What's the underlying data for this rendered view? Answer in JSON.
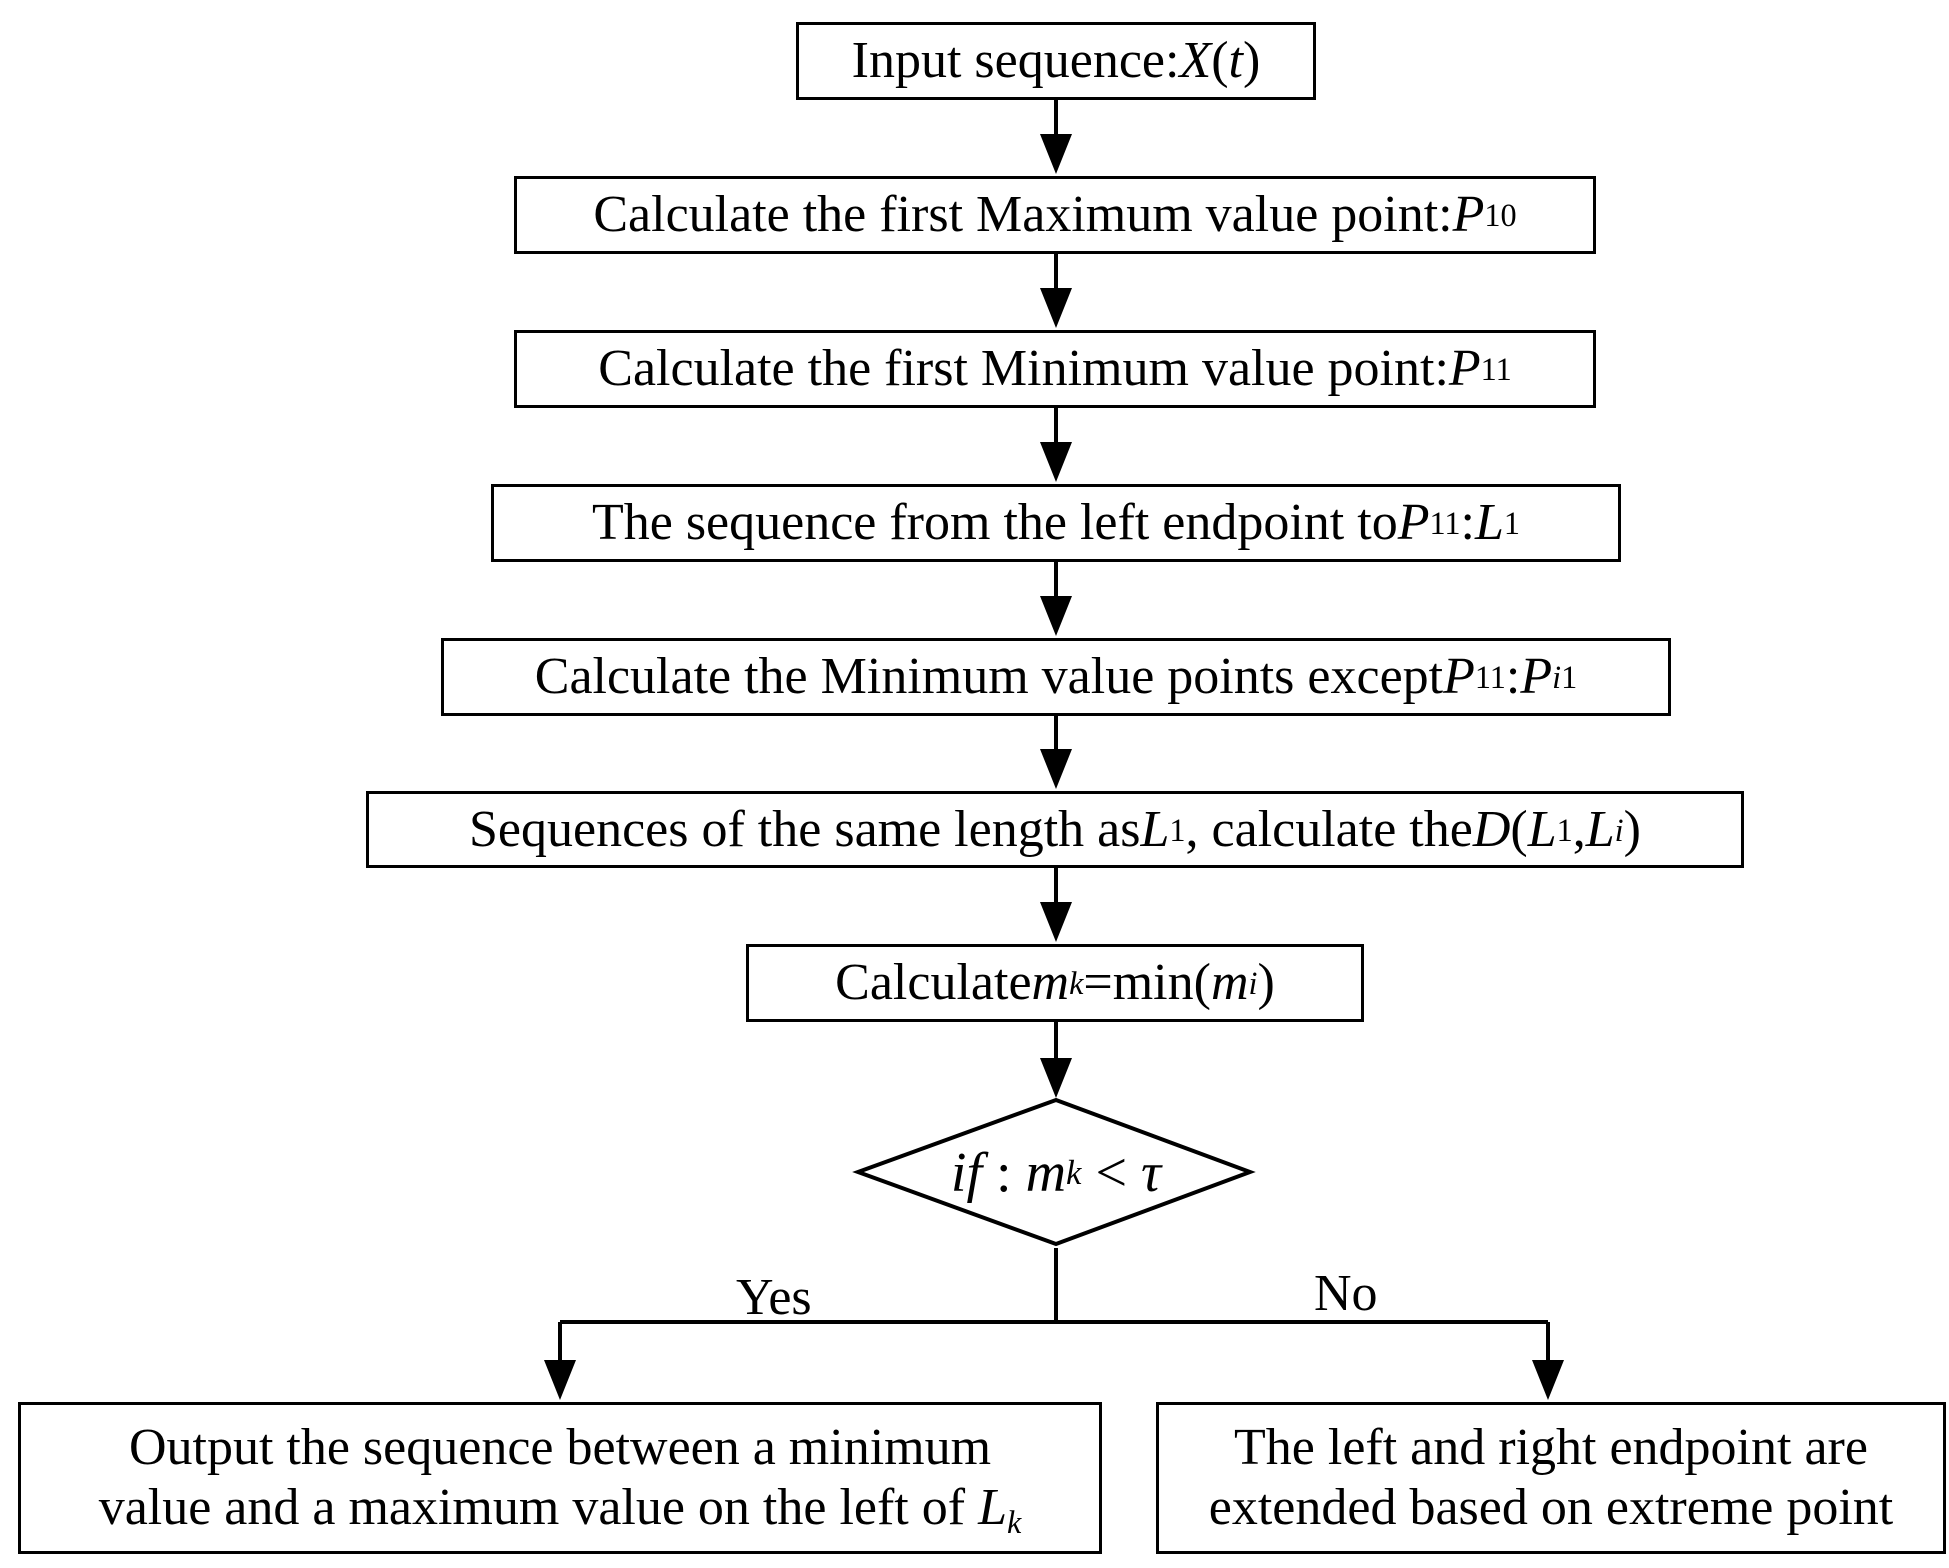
{
  "nodes": {
    "input": {
      "label": "Input sequence: ",
      "var": "X",
      "open": "(",
      "arg": "t",
      "close": ")"
    },
    "max_point": {
      "label": "Calculate the first Maximum value point: ",
      "var": "P",
      "sub": "10"
    },
    "min_point": {
      "label": "Calculate the first Minimum value point: ",
      "var": "P",
      "sub": "11"
    },
    "left_seq": {
      "label": "The sequence from the left endpoint to ",
      "var": "P",
      "sub": "11",
      "sep": ": ",
      "var2": "L",
      "sub2": "1"
    },
    "min_points": {
      "label": "Calculate the Minimum value points except ",
      "var": "P",
      "sub": "11",
      "sep": ": ",
      "var2": "P",
      "sub2_i": "i",
      "sub2_n": "1"
    },
    "same_length": {
      "label": "Sequences of the same length as ",
      "var": "L",
      "sub": "1",
      "mid": ", calculate the ",
      "fn": "D",
      "open": "(",
      "a": "L",
      "a_sub": "1",
      "comma": ",",
      "b": "L",
      "b_sub": "i",
      "close": ")"
    },
    "calc_mk": {
      "label": "Calculate ",
      "var": "m",
      "sub": "k",
      "eq": "=min(",
      "var2": "m",
      "sub2": "i",
      "close": ")"
    },
    "decision": {
      "kw": "if",
      "colon": " : ",
      "var": "m",
      "sub": "k",
      "op": " < ",
      "sym": "τ"
    },
    "output_yes": {
      "line1": "Output the sequence between a minimum",
      "line2": "value and a maximum value on the left of ",
      "var": "L",
      "sub": "k"
    },
    "output_no": {
      "line1": "The left and right endpoint are",
      "line2": "extended based on extreme point"
    }
  },
  "branches": {
    "yes": "Yes",
    "no": "No"
  }
}
